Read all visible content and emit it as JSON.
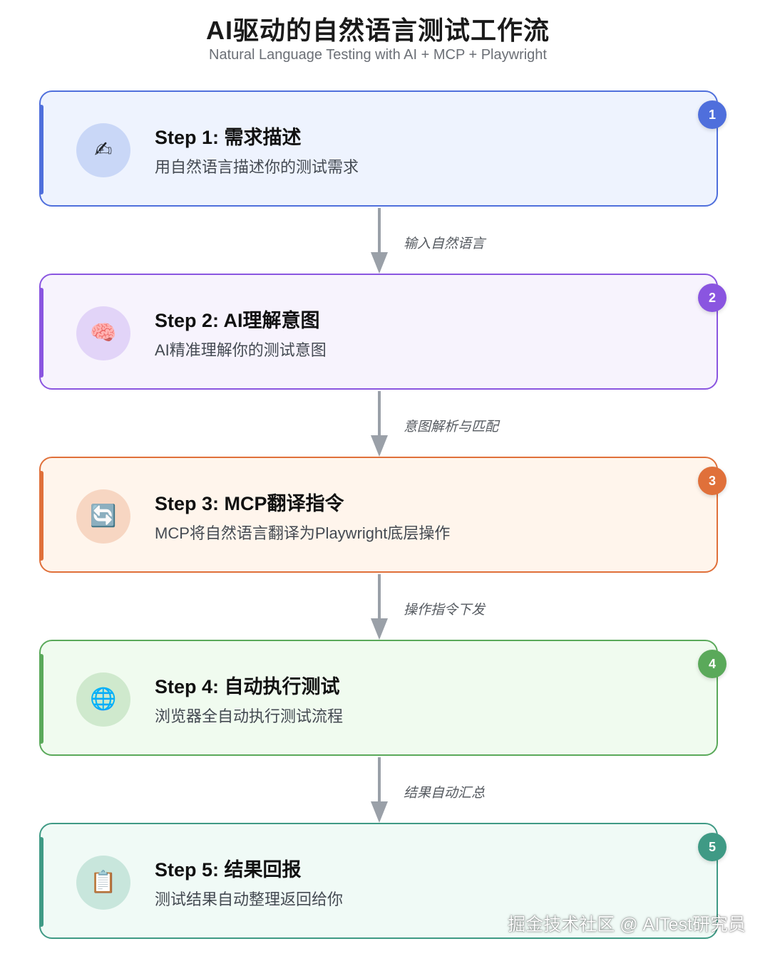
{
  "header": {
    "title": "AI驱动的自然语言测试工作流",
    "subtitle": "Natural Language Testing with AI + MCP + Playwright"
  },
  "steps": [
    {
      "number": "1",
      "title": "Step 1: 需求描述",
      "description": "用自然语言描述你的测试需求",
      "icon": "writing-hand-icon",
      "glyph": "✍",
      "accent": "#4f6fdc",
      "bg": "#eef3fe",
      "circle": "#c9d7f7"
    },
    {
      "number": "2",
      "title": "Step 2: AI理解意图",
      "description": "AI精准理解你的测试意图",
      "icon": "brain-icon",
      "glyph": "🧠",
      "accent": "#8a55e0",
      "bg": "#f7f3fd",
      "circle": "#e2d4f8"
    },
    {
      "number": "3",
      "title": "Step 3: MCP翻译指令",
      "description": "MCP将自然语言翻译为Playwright底层操作",
      "icon": "arrows-cycle-icon",
      "glyph": "🔄",
      "accent": "#e0703a",
      "bg": "#fff5ec",
      "circle": "#f7d6c2"
    },
    {
      "number": "4",
      "title": "Step 4: 自动执行测试",
      "description": "浏览器全自动执行测试流程",
      "icon": "globe-icon",
      "glyph": "🌐",
      "accent": "#5aa95a",
      "bg": "#f0fbef",
      "circle": "#cfe9cd"
    },
    {
      "number": "5",
      "title": "Step 5: 结果回报",
      "description": "测试结果自动整理返回给你",
      "icon": "clipboard-icon",
      "glyph": "📋",
      "accent": "#3f9a85",
      "bg": "#f0faf6",
      "circle": "#c8e6dc"
    }
  ],
  "connectors": [
    {
      "label": "输入自然语言"
    },
    {
      "label": "意图解析与匹配"
    },
    {
      "label": "操作指令下发"
    },
    {
      "label": "结果自动汇总"
    }
  ],
  "watermark": "掘金技术社区 @ AITest研究员"
}
